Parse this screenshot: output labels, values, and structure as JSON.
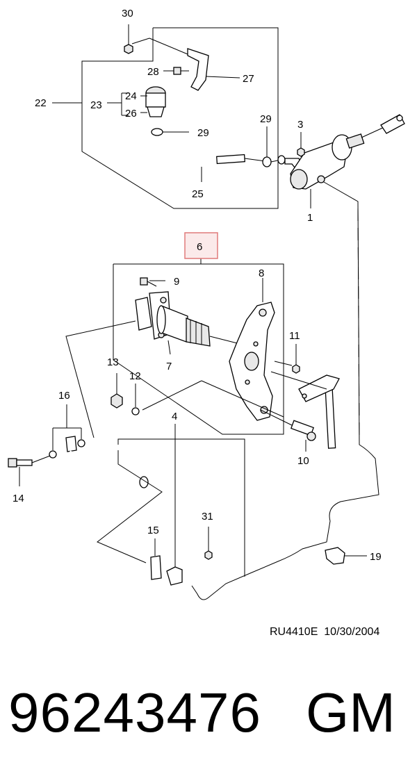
{
  "diagram": {
    "callouts": {
      "c1": "1",
      "c3": "3",
      "c4": "4",
      "c6": "6",
      "c7": "7",
      "c8": "8",
      "c9": "9",
      "c10": "10",
      "c11": "11",
      "c12": "12",
      "c13": "13",
      "c14": "14",
      "c15": "15",
      "c16": "16",
      "c19": "19",
      "c22": "22",
      "c23": "23",
      "c24": "24",
      "c25": "25",
      "c26": "26",
      "c27": "27",
      "c28": "28",
      "c29a": "29",
      "c29b": "29",
      "c30": "30",
      "c31": "31"
    },
    "highlight_color": "#e07a7a",
    "reference": "RU4410E  10/30/2004"
  },
  "footer": {
    "part_number": "96243476",
    "brand": "GM"
  }
}
